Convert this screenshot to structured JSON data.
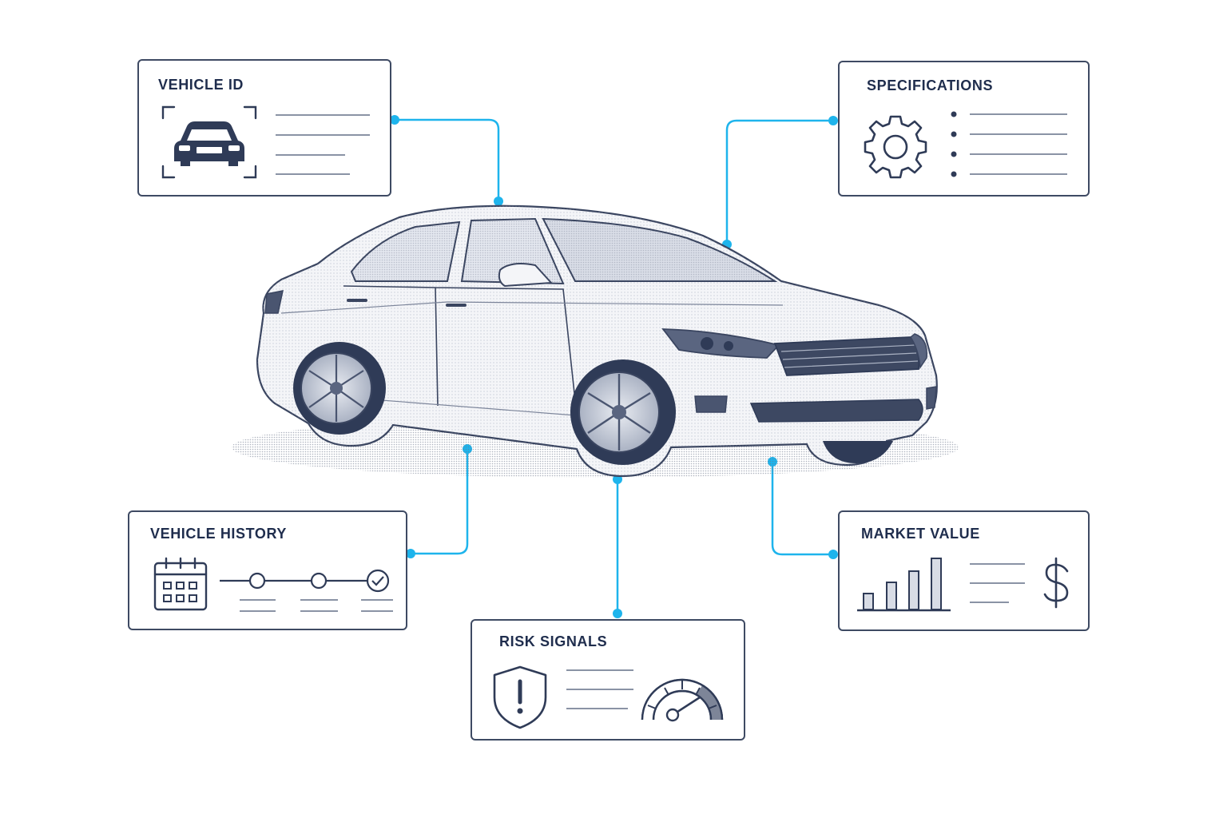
{
  "cards": {
    "vehicle_id": {
      "title": "VEHICLE ID",
      "icon": "car-scan-icon"
    },
    "specifications": {
      "title": "SPECIFICATIONS",
      "icon": "gear-icon"
    },
    "vehicle_history": {
      "title": "VEHICLE HISTORY",
      "icon": "calendar-icon"
    },
    "risk_signals": {
      "title": "RISK SIGNALS",
      "icon": "shield-alert-icon"
    },
    "market_value": {
      "title": "MARKET VALUE",
      "icon": "bar-chart-icon"
    }
  },
  "icons": {
    "vehicle_id": "car-scan-icon",
    "specifications": "gear-icon",
    "vehicle_history": "calendar-icon",
    "risk_signals": "shield-alert-icon",
    "risk_gauge": "speedometer-icon",
    "market_value": "bar-chart-icon",
    "market_currency": "dollar-icon"
  },
  "colors": {
    "connector": "#1eb4ec",
    "ink": "#2f3b57",
    "title": "#1f2d4d",
    "line": "#8a93a5"
  }
}
